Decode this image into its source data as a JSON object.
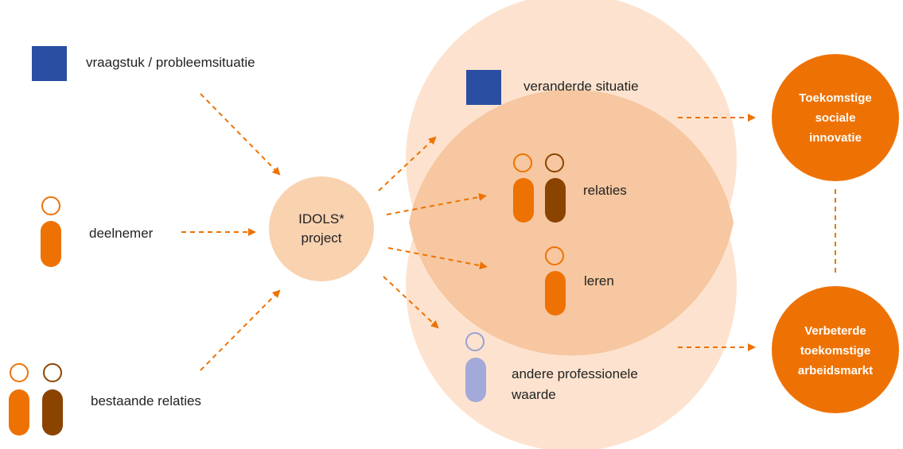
{
  "colors": {
    "orange": "#ee7203",
    "brown": "#8b4300",
    "navy": "#2a4fa2",
    "peach_light": "#fde3cf",
    "peach_mid": "#f6c7a0",
    "peach_node": "#f9d2b0",
    "lavender": "#a3a9d8",
    "lavender_ring": "#9aa0d2"
  },
  "legend": {
    "problem": "vraagstuk / probleemsituatie",
    "participant": "deelnemer",
    "existing_relations": "bestaande relaties"
  },
  "project": {
    "line1": "IDOLS*",
    "line2": "project"
  },
  "outcomes": {
    "changed_situation": "veranderde situatie",
    "relations": "relaties",
    "learning": "leren",
    "other_value_line1": "andere professionele",
    "other_value_line2": "waarde"
  },
  "futures": {
    "social_innovation": [
      "Toekomstige",
      "sociale",
      "innovatie"
    ],
    "labour_market": [
      "Verbeterde",
      "toekomstige",
      "arbeidsmarkt"
    ]
  },
  "icons": [
    "square-icon",
    "person-icon",
    "arrow-icon"
  ]
}
